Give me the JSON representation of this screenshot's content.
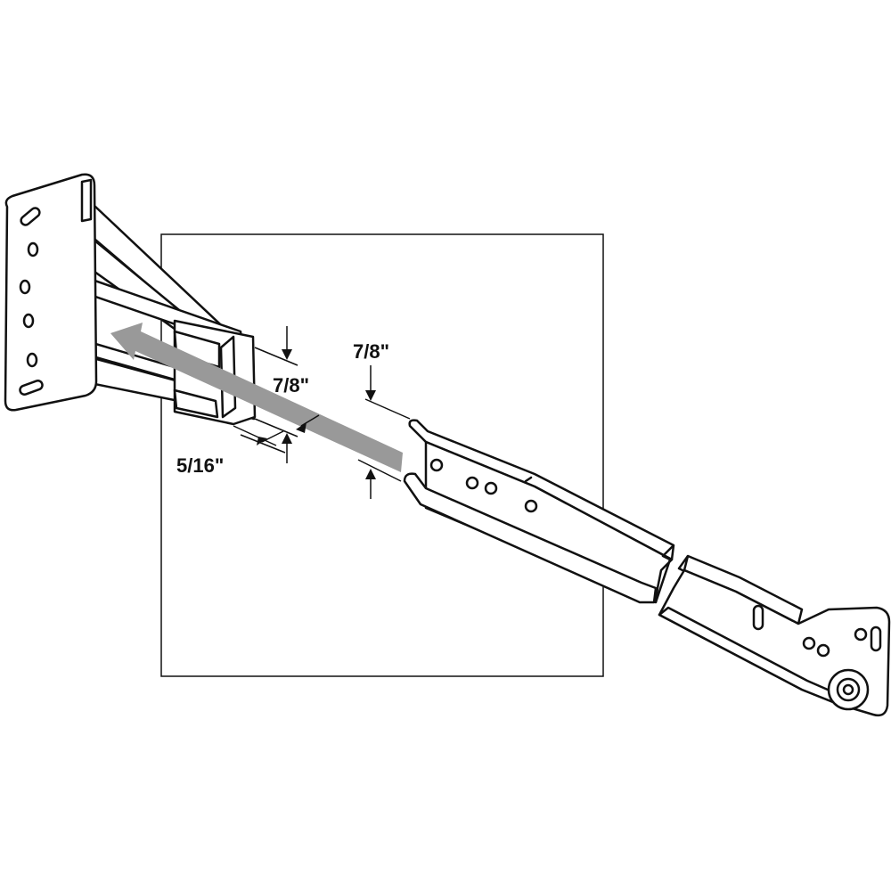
{
  "dimensions": {
    "rear_bracket_height": "7/8\"",
    "rail_height": "7/8\"",
    "rail_thickness": "5/16\""
  },
  "colors": {
    "line": "#111111",
    "part_fill": "#ffffff",
    "arrow_fill": "#999999",
    "background": "#ffffff"
  },
  "icons": {
    "insert_direction": "left-arrow-icon",
    "break_symbol": "zigzag-break-icon"
  }
}
